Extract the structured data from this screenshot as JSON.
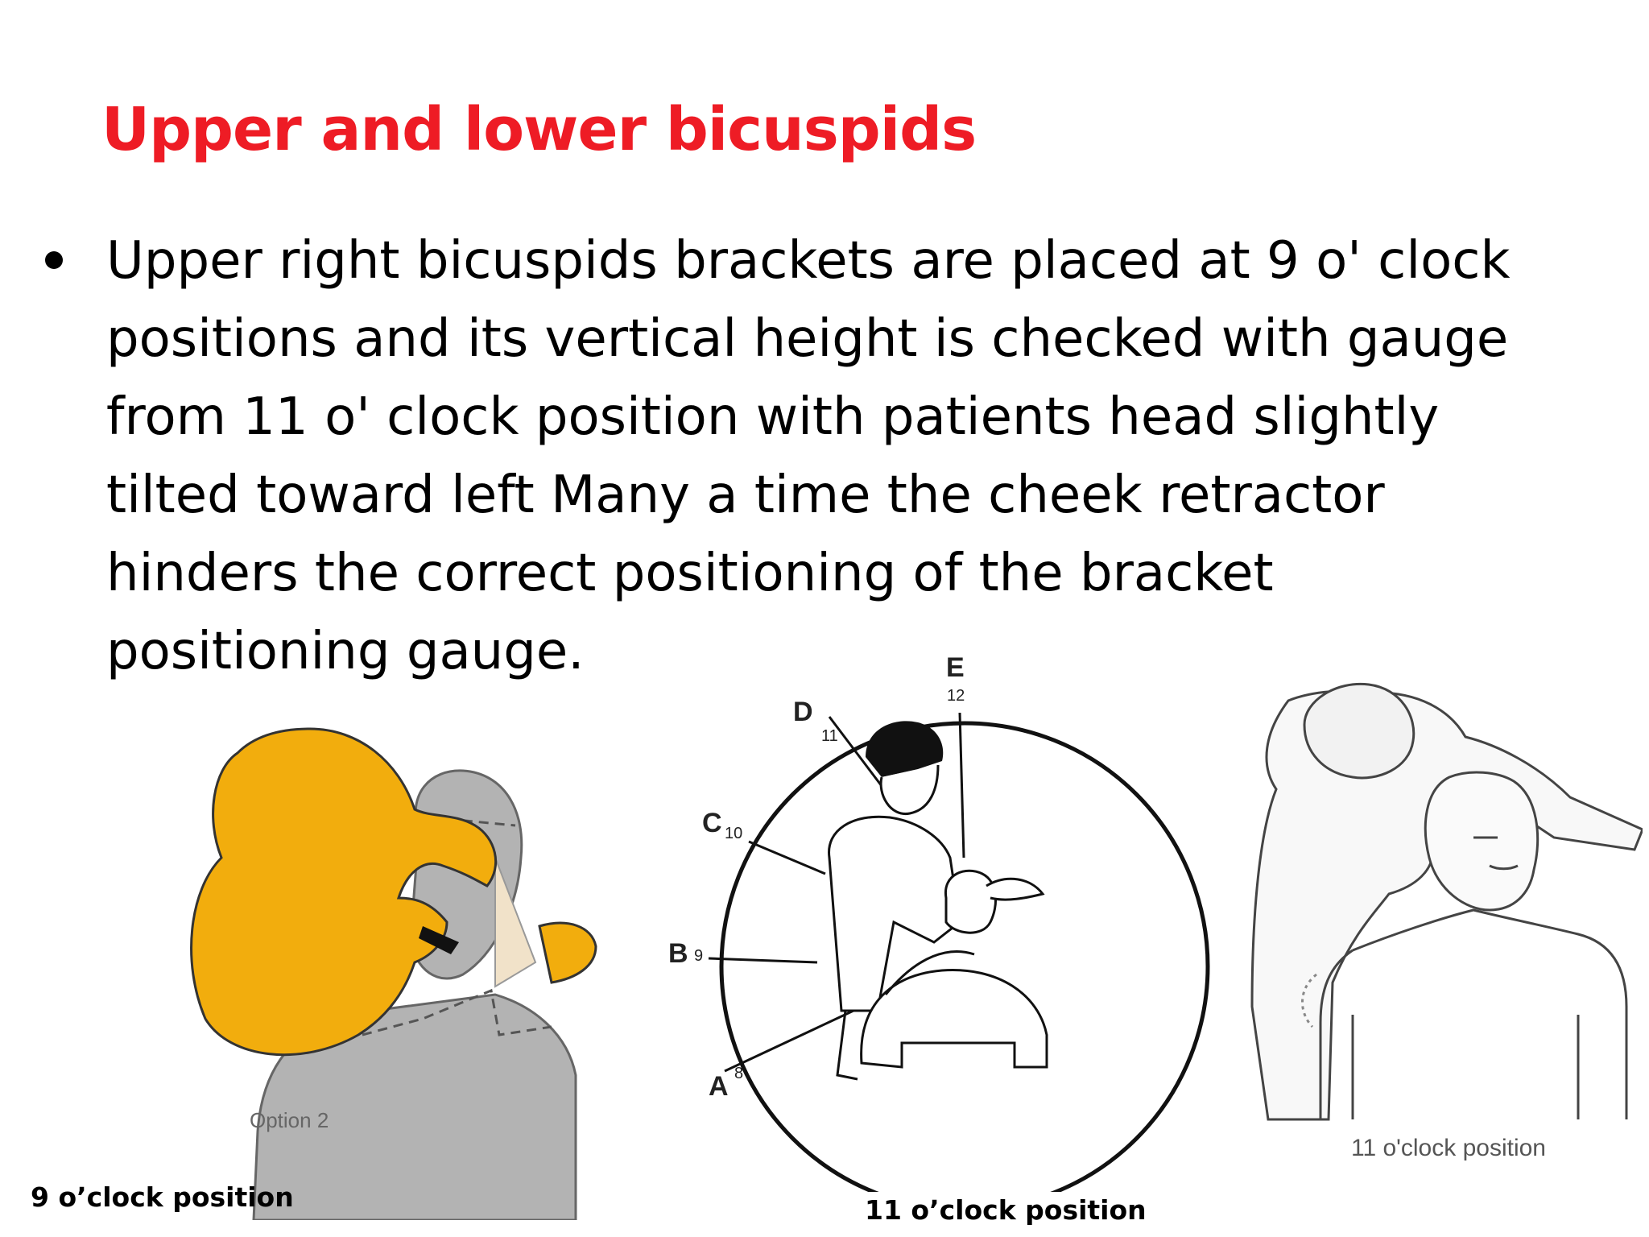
{
  "slide": {
    "title": "Upper and lower bicuspids",
    "bullet": "Upper right bicuspids brackets are placed at 9 o' clock positions and its vertical height is checked with gauge from 11 o' clock position with patients head slightly tilted toward left Many a time the cheek retractor hinders the correct positioning of the bracket positioning gauge."
  },
  "figures": {
    "left": {
      "inner_label": "Option 2",
      "caption": "9 o’clock position",
      "colors": {
        "operator": "#f2ad0d",
        "patient": "#b3b3b3",
        "skin": "#f1e2c9"
      }
    },
    "middle": {
      "caption": "11 o’clock position",
      "markers": [
        {
          "letter": "E",
          "number": "12"
        },
        {
          "letter": "D",
          "number": "11"
        },
        {
          "letter": "C",
          "number": "10"
        },
        {
          "letter": "B",
          "number": "9"
        },
        {
          "letter": "A",
          "number": "8"
        }
      ]
    },
    "right": {
      "inner_label": "11 o'clock position"
    }
  }
}
